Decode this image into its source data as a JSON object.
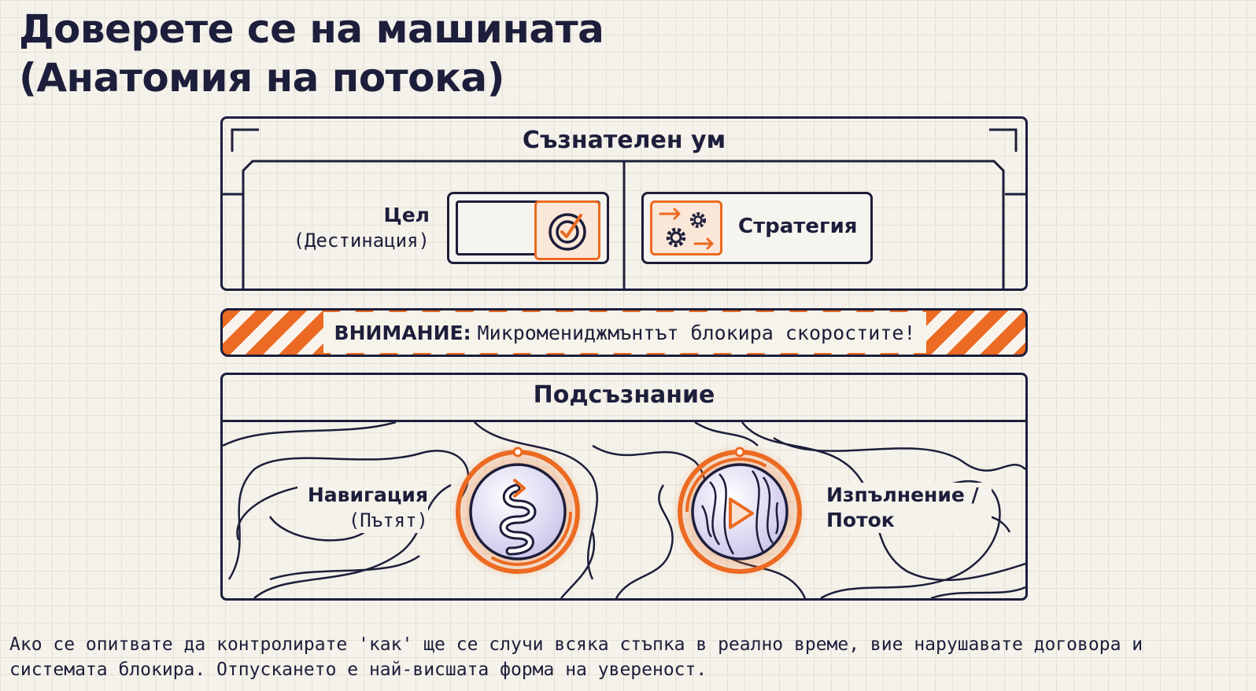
{
  "title": {
    "line1": "Доверете се на машината",
    "line2": "(Анатомия на потока)"
  },
  "conscious": {
    "heading": "Съзнателен ум",
    "goal": {
      "label": "Цел",
      "sublabel": "(Дестинация)",
      "icon": "target-check-icon"
    },
    "strategy": {
      "label": "Стратегия",
      "icon": "gears-arrows-icon"
    }
  },
  "warning": {
    "head": "ВНИМАНИЕ:",
    "text": "Микромениджмънтът блокира скоростите!"
  },
  "subconscious": {
    "heading": "Подсъзнание",
    "navigation": {
      "label": "Навигация",
      "sublabel": "(Пътят)",
      "icon": "winding-path-icon"
    },
    "execution": {
      "label": "Изпълнение /",
      "sublabel": "Поток",
      "icon": "play-flow-icon"
    }
  },
  "footer": {
    "text": "Ако се опитвате да контролирате 'как' ще се случи всяка стъпка в реално време, вие нарушавате договора и системата блокира. Отпускането е най-висшата форма на увереност."
  },
  "colors": {
    "navy": "#1d1e3b",
    "orange": "#ec6a22",
    "background": "#f4f2ea"
  }
}
